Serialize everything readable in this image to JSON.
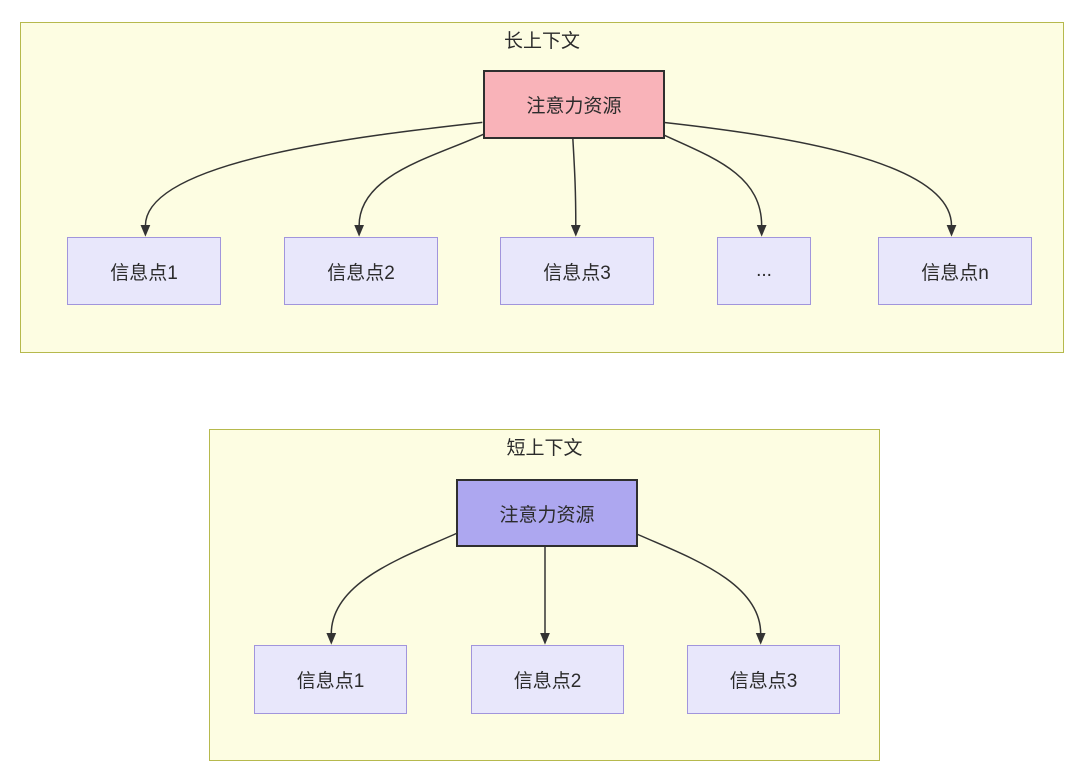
{
  "diagrams": [
    {
      "title": "长上下文",
      "root_label": "注意力资源",
      "children": [
        {
          "label": "信息点1"
        },
        {
          "label": "信息点2"
        },
        {
          "label": "信息点3"
        },
        {
          "label": "..."
        },
        {
          "label": "信息点n"
        }
      ]
    },
    {
      "title": "短上下文",
      "root_label": "注意力资源",
      "children": [
        {
          "label": "信息点1"
        },
        {
          "label": "信息点2"
        },
        {
          "label": "信息点3"
        }
      ]
    }
  ],
  "colors": {
    "container_fill": "#fdfde2",
    "container_border": "#b6b94d",
    "long_root_fill": "#f9b3b9",
    "short_root_fill": "#ada7f0",
    "root_border": "#2f2f2f",
    "info_fill": "#e8e7fb",
    "info_border": "#a195dc",
    "arrow": "#333333",
    "text": "#2b2b2b"
  }
}
